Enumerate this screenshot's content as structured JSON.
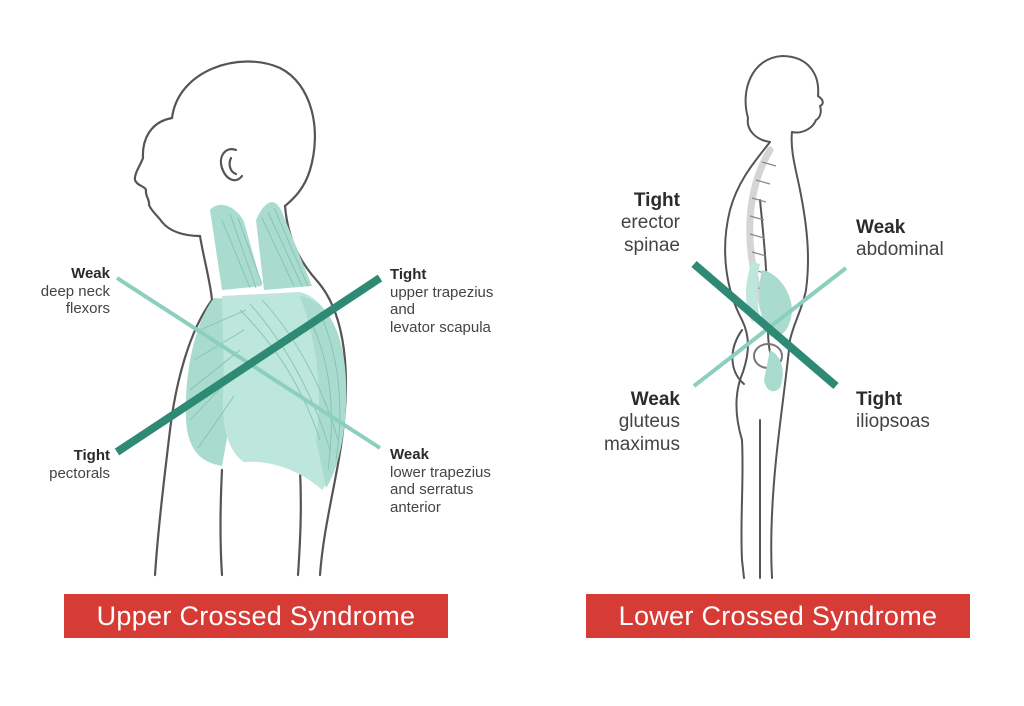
{
  "upper": {
    "title": "Upper Crossed Syndrome",
    "labels": {
      "weak_neck": {
        "status": "Weak",
        "muscle": "deep neck\nflexors"
      },
      "tight_traps": {
        "status": "Tight",
        "muscle": "upper trapezius\nand\nlevator scapula"
      },
      "tight_pecs": {
        "status": "Tight",
        "muscle": "pectorals"
      },
      "weak_lower": {
        "status": "Weak",
        "muscle": "lower trapezius\nand serratus\nanterior"
      }
    }
  },
  "lower": {
    "title": "Lower Crossed Syndrome",
    "labels": {
      "tight_erector": {
        "status": "Tight",
        "muscle": "erector\nspinae"
      },
      "weak_abdominal": {
        "status": "Weak",
        "muscle": "abdominal"
      },
      "weak_gluteus": {
        "status": "Weak",
        "muscle": "gluteus\nmaximus"
      },
      "tight_iliopsoas": {
        "status": "Tight",
        "muscle": "iliopsoas"
      }
    }
  },
  "colors": {
    "tight_line": "#2e8a74",
    "weak_line": "#8ccfbf",
    "muscle": "#a9dccf",
    "banner": "#d63b36",
    "outline": "#555555"
  }
}
